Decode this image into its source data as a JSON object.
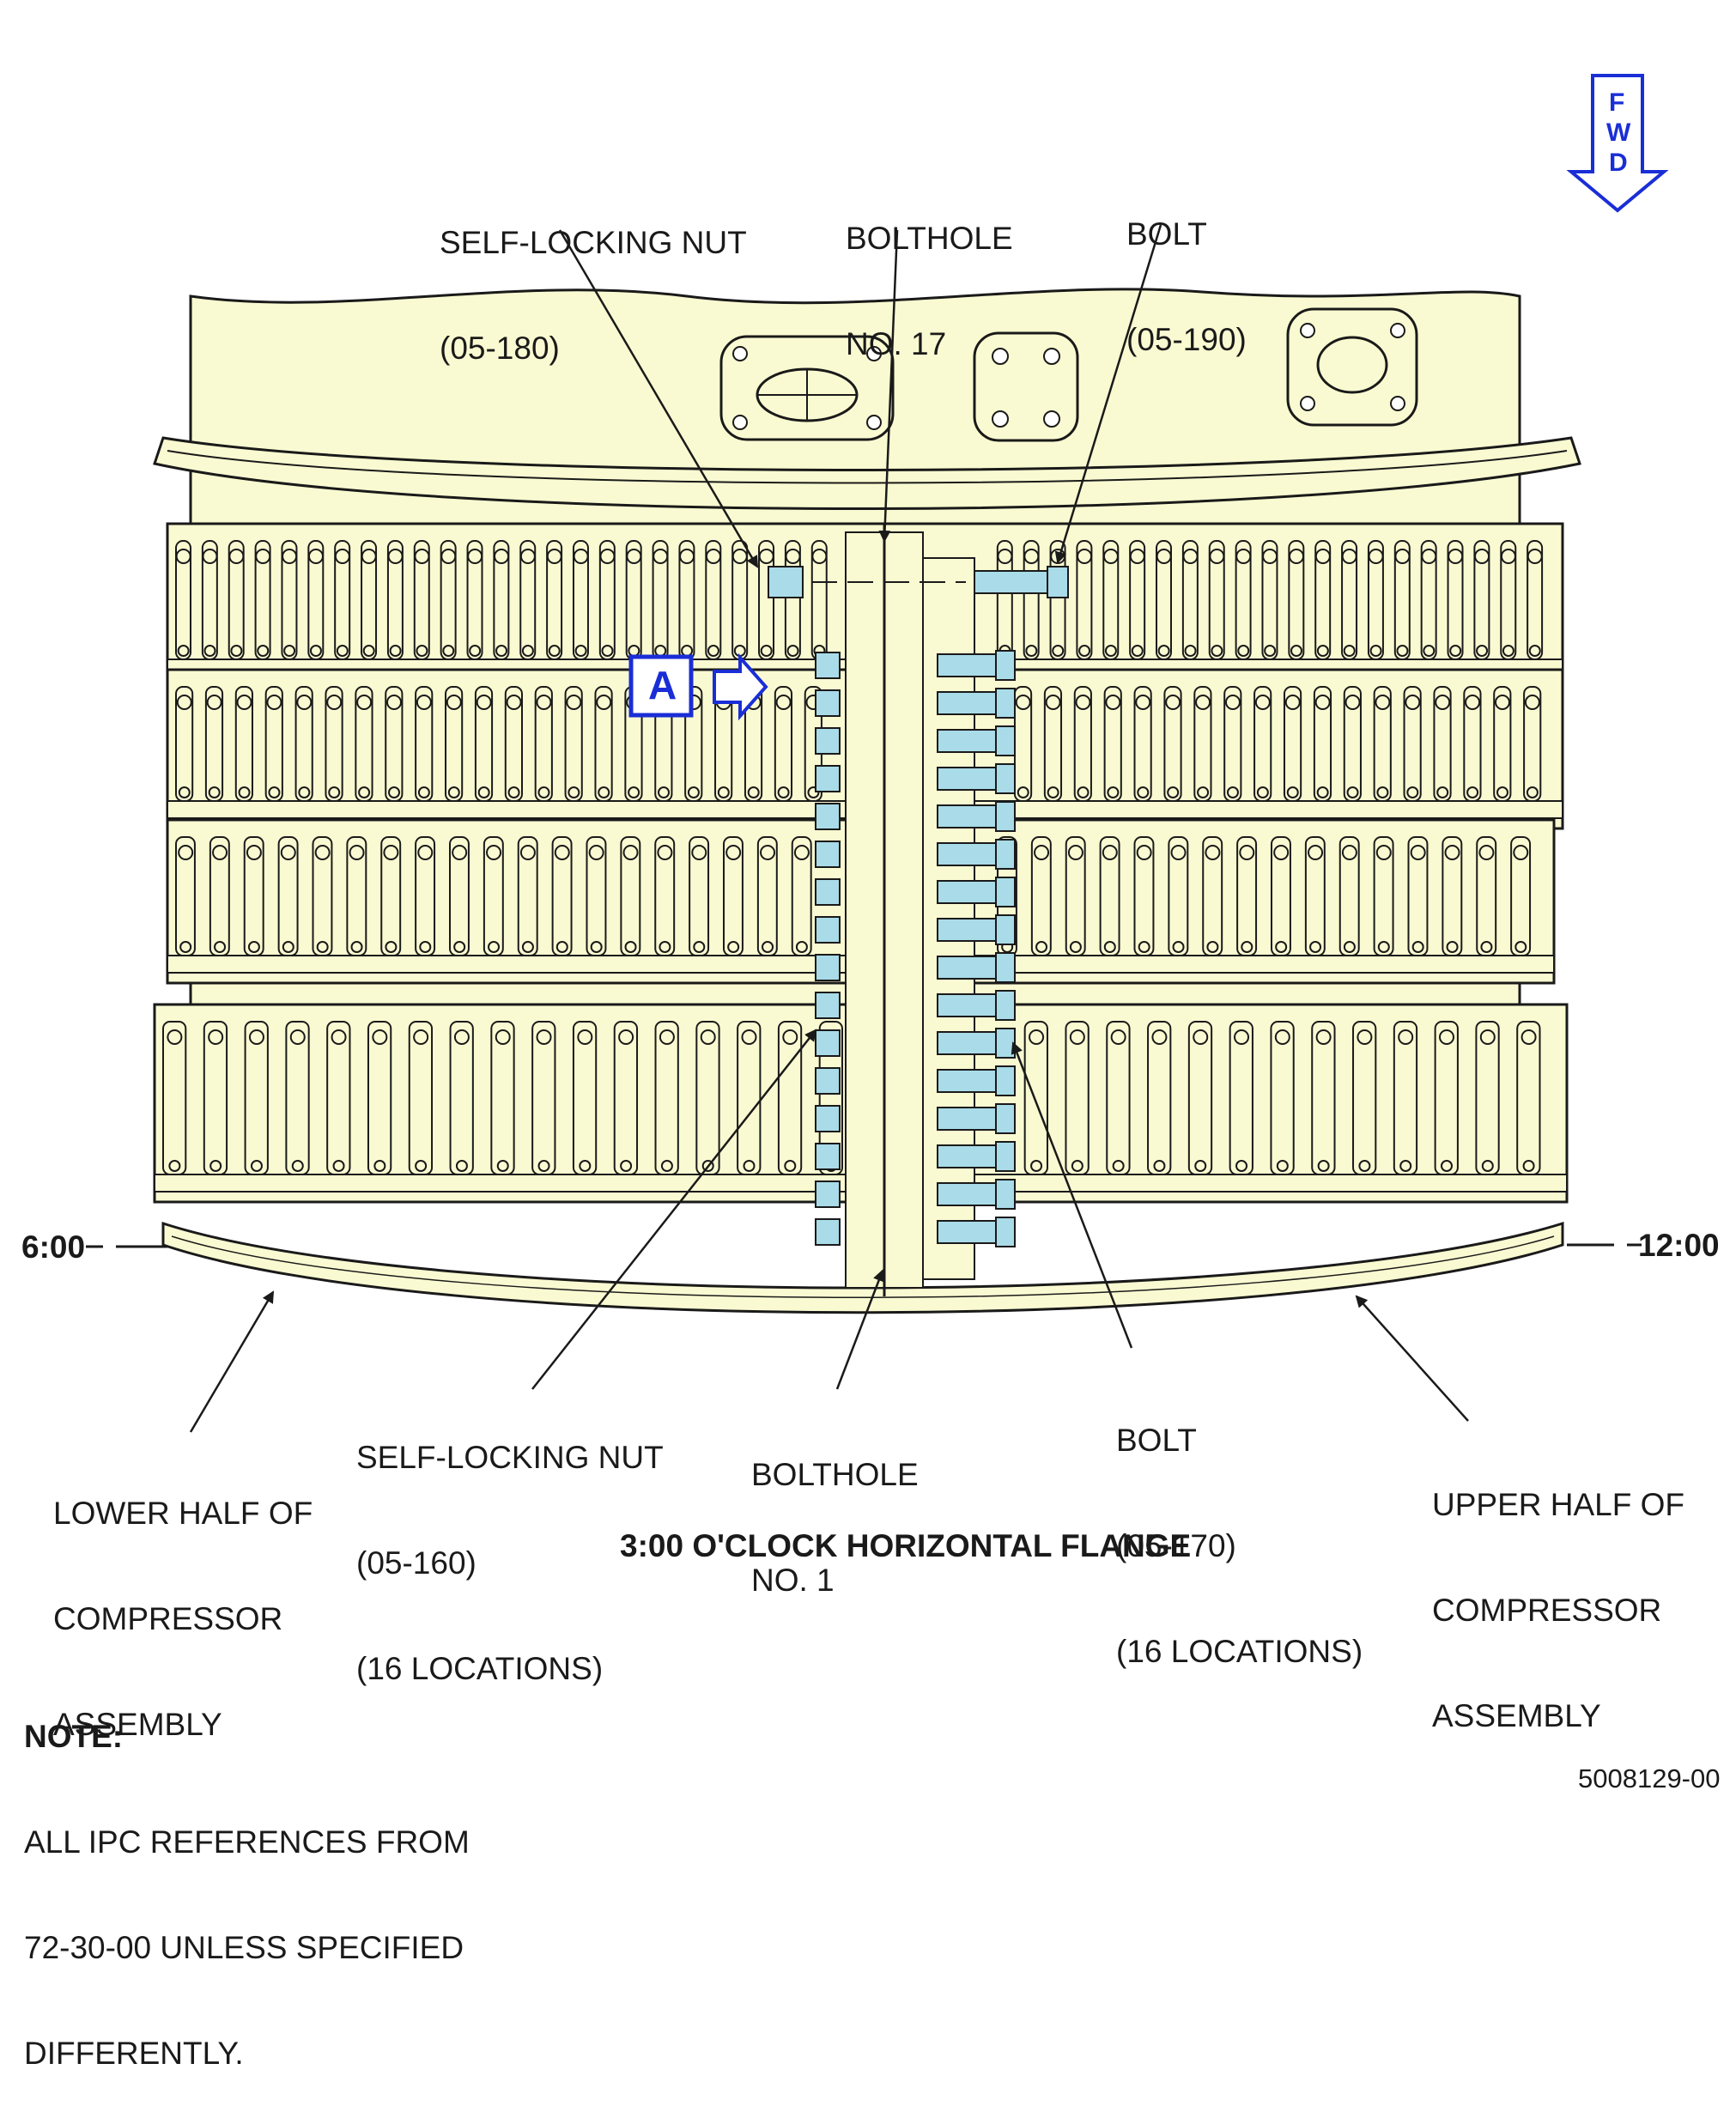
{
  "fwd": {
    "letters": [
      "F",
      "W",
      "D"
    ]
  },
  "callout": {
    "letter": "A"
  },
  "labels": {
    "nut_180": [
      "SELF-LOCKING NUT",
      "(05-180)"
    ],
    "bolthole_17": [
      "BOLTHOLE",
      "NO. 17"
    ],
    "bolt_190": [
      "BOLT",
      "(05-190)"
    ],
    "clock_6": "6:00",
    "clock_12": "12:00",
    "nut_160": [
      "SELF-LOCKING NUT",
      "(05-160)",
      "(16 LOCATIONS)"
    ],
    "bolthole_1": [
      "BOLTHOLE",
      "NO. 1"
    ],
    "bolt_170": [
      "BOLT",
      "(05-170)",
      "(16 LOCATIONS)"
    ],
    "lower_half": [
      "LOWER HALF OF",
      "COMPRESSOR",
      "ASSEMBLY"
    ],
    "upper_half": [
      "UPPER HALF OF",
      "COMPRESSOR",
      "ASSEMBLY"
    ],
    "view_title": "3:00 O'CLOCK HORIZONTAL FLANGE",
    "note_heading": "NOTE:",
    "note_text": [
      "ALL IPC REFERENCES FROM",
      "72-30-00 UNLESS SPECIFIED",
      "DIFFERENTLY."
    ],
    "figure_id": "5008129-00"
  },
  "colors": {
    "casing_fill": "#fafad2",
    "fastener_fill": "#a9dbe8",
    "callout_blue": "#1a2ed6",
    "line": "#1a1a1a"
  }
}
